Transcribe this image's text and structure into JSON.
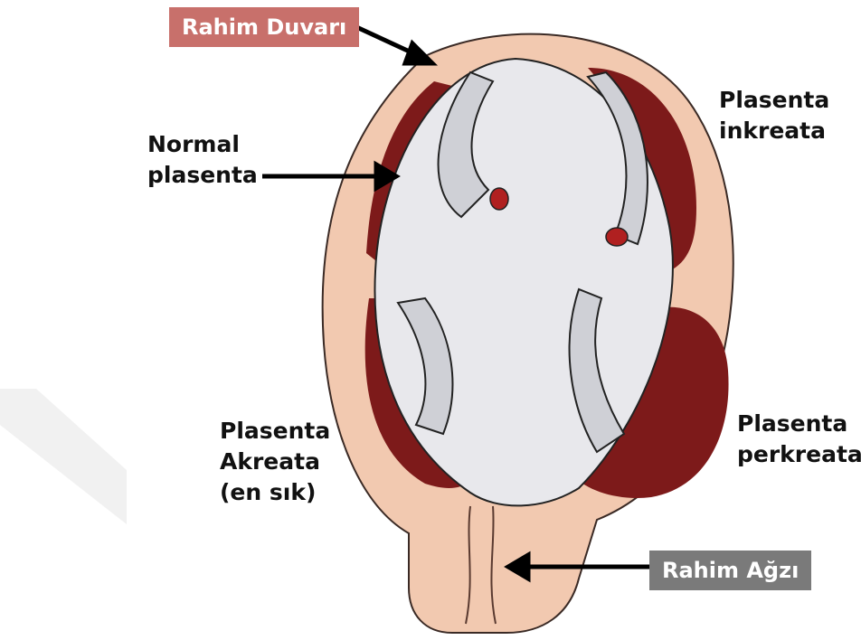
{
  "labels": {
    "uterine_wall": "Rahim Duvarı",
    "normal_placenta": [
      "Normal",
      "plasenta"
    ],
    "placenta_increta": [
      "Plasenta",
      "inkreata"
    ],
    "placenta_accreta": [
      "Plasenta",
      "Akreata",
      "(en sık)"
    ],
    "placenta_percreta": [
      "Plasenta",
      "perkreata"
    ],
    "cervix": "Rahim Ağzı"
  },
  "colors": {
    "uterine_wall_box": "#c8706b",
    "cervix_box": "#7a7a7a",
    "uterus_tissue": "#f2c9b0",
    "placenta": "#7d1a1a",
    "amniotic_sac": "#e8e8ec",
    "watermark": "#ececec"
  }
}
